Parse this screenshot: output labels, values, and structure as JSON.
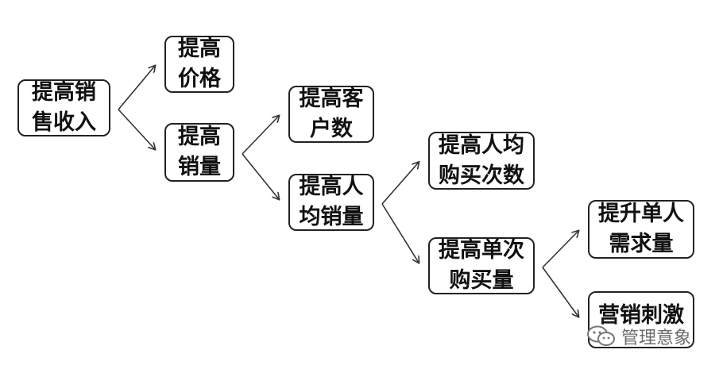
{
  "nodes": {
    "n1": {
      "line1": "提高销",
      "line2": "售收入"
    },
    "n2": {
      "line1": "提高",
      "line2": "价格"
    },
    "n3": {
      "line1": "提高",
      "line2": "销量"
    },
    "n4": {
      "line1": "提高客",
      "line2": "户数"
    },
    "n5": {
      "line1": "提高人",
      "line2": "均销量"
    },
    "n6": {
      "line1": "提高人均",
      "line2": "购买次数"
    },
    "n7": {
      "line1": "提高单次",
      "line2": "购买量"
    },
    "n8": {
      "line1": "提升单人",
      "line2": "需求量"
    },
    "n9": {
      "line1": "营销刺激",
      "line2": ""
    }
  },
  "edges": [
    {
      "from": "n1",
      "to": "n2"
    },
    {
      "from": "n1",
      "to": "n3"
    },
    {
      "from": "n3",
      "to": "n4"
    },
    {
      "from": "n3",
      "to": "n5"
    },
    {
      "from": "n5",
      "to": "n6"
    },
    {
      "from": "n5",
      "to": "n7"
    },
    {
      "from": "n7",
      "to": "n8"
    },
    {
      "from": "n7",
      "to": "n9"
    }
  ],
  "watermark": {
    "text": "管理意象",
    "icon": "wechat-icon"
  }
}
